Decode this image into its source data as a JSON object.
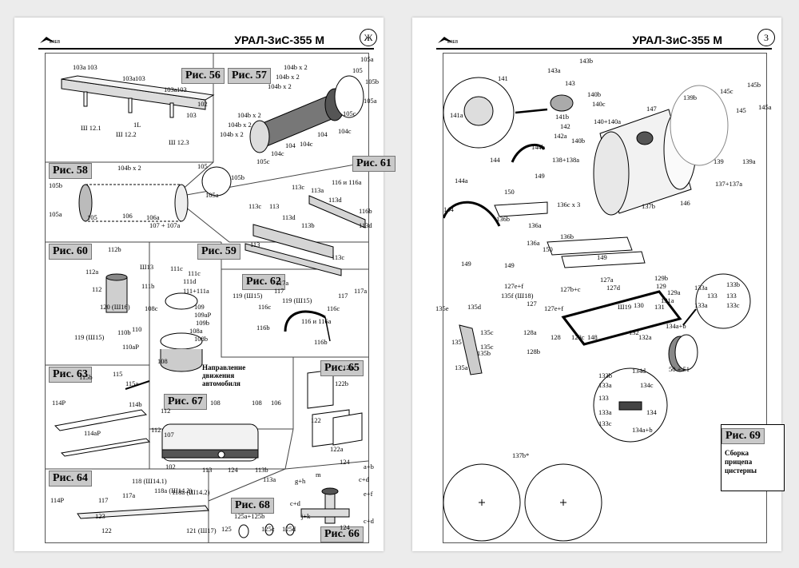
{
  "left_page": {
    "title": "УРАЛ-ЗиС-355 М",
    "page_marker": "Ж",
    "logo_text": "ЕРЕВ",
    "figures": {
      "f56": "Рис. 56",
      "f57": "Рис. 57",
      "f58": "Рис. 58",
      "f59": "Рис. 59",
      "f60": "Рис. 60",
      "f61": "Рис. 61",
      "f62": "Рис. 62",
      "f63": "Рис. 63",
      "f64": "Рис. 64",
      "f65": "Рис. 65",
      "f66": "Рис. 66",
      "f67": "Рис. 67",
      "f68": "Рис. 68"
    },
    "direction_note": [
      "Направление",
      "движения",
      "автомобиля"
    ],
    "labels": [
      "103a",
      "103",
      "103a",
      "103",
      "103a",
      "103",
      "102",
      "103",
      "Ш 12.1",
      "Ш 12.2",
      "1L",
      "Ш 12.3",
      "105a",
      "105",
      "105b",
      "105a",
      "104b x 2",
      "104b x 2",
      "104b x 2",
      "104b x 2",
      "104b x 2",
      "104b x 2",
      "105c",
      "104c",
      "104",
      "104c",
      "104",
      "104c",
      "105c",
      "105",
      "105b",
      "105a",
      "104b x 2",
      "105b",
      "105a",
      "105",
      "106",
      "106a",
      "107 + 107a",
      "113c",
      "113a",
      "116 и 116a",
      "113d",
      "116b",
      "113c",
      "113",
      "113d",
      "113b",
      "113d",
      "113",
      "113c",
      "112b",
      "112a",
      "112",
      "Ш13",
      "111c",
      "111c",
      "111d",
      "111b",
      "111+111a",
      "108c",
      "109",
      "109aP",
      "109b",
      "120 (Ш16)",
      "119 (Ш15)",
      "110b",
      "110",
      "108a",
      "108b",
      "110aP",
      "108",
      "117a",
      "119 (Ш15)",
      "117",
      "119 (Ш15)",
      "116c",
      "117",
      "117a",
      "116c",
      "116 и 116a",
      "116b",
      "116b",
      "115b",
      "115",
      "115a",
      "114P",
      "114b",
      "114aP",
      "122c",
      "122b",
      "122",
      "122a",
      "108",
      "112",
      "108",
      "106",
      "112",
      "107",
      "102",
      "113",
      "124",
      "113b",
      "113a",
      "118 (Ш14.1)",
      "118a (Ш14.2)",
      "117a",
      "117",
      "114P",
      "123",
      "122",
      "118a (Ш14.2)",
      "121 (Ш17)",
      "125a+125b",
      "125",
      "125c",
      "125d",
      "124",
      "a+b",
      "m",
      "c+d",
      "g+h",
      "e+f",
      "c+d",
      "j+k",
      "124",
      "c+d"
    ]
  },
  "right_page": {
    "title": "УРАЛ-ЗиС-355 М",
    "page_number": "3",
    "logo_text": "ЕРЕВ",
    "figure": "Рис. 69",
    "caption": [
      "Сборка",
      "прицепа",
      "цистерны"
    ],
    "labels": [
      "143b",
      "143a",
      "143",
      "141",
      "140b",
      "140c",
      "141a",
      "141b",
      "142",
      "140+140a",
      "142a",
      "140b",
      "145b",
      "145c",
      "145a",
      "145",
      "139b",
      "147",
      "139",
      "139a",
      "137+137a",
      "146",
      "137b",
      "144b",
      "138+138a",
      "144",
      "149",
      "150",
      "144a",
      "144",
      "136c x 3",
      "136b",
      "136a",
      "136b",
      "136a",
      "149",
      "149",
      "150",
      "149",
      "127a",
      "127d",
      "127b+c",
      "129b",
      "129",
      "129a",
      "131a",
      "131",
      "130",
      "Ш19",
      "127e+f",
      "135f (Ш18)",
      "135d",
      "127",
      "127e+f",
      "135e",
      "128a",
      "128",
      "128c",
      "148",
      "132",
      "132a",
      "134a+b",
      "135c",
      "135",
      "135c",
      "135b",
      "128b",
      "135a",
      "50 + 51",
      "133a",
      "133b",
      "133",
      "133",
      "133a",
      "133c",
      "133b",
      "134d",
      "133a",
      "134c",
      "133",
      "133a",
      "134",
      "133c",
      "134a+b",
      "137b*"
    ]
  }
}
